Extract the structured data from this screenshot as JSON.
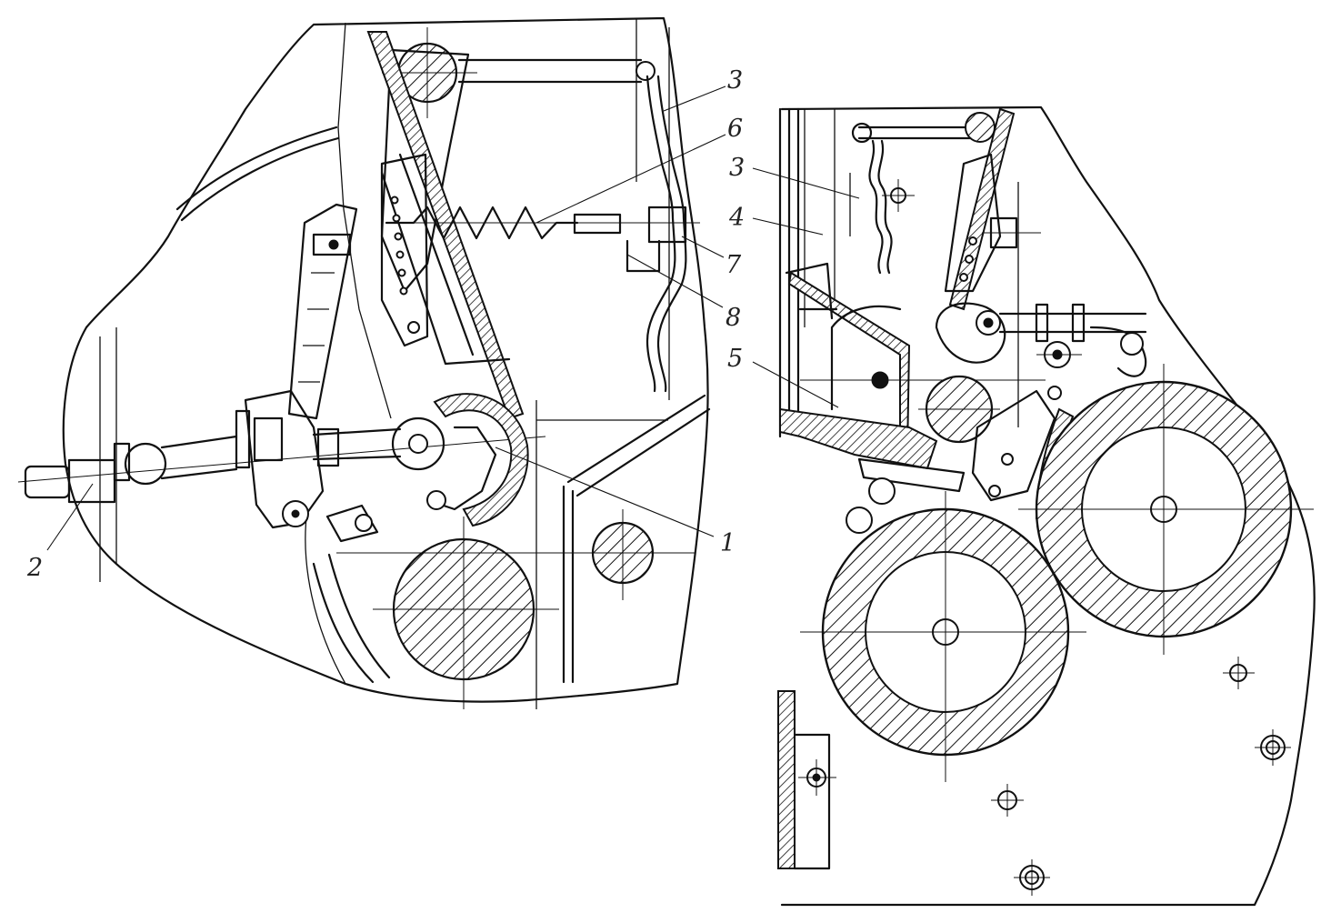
{
  "callouts": {
    "c1": "1",
    "c2": "2",
    "c3_top": "3",
    "c3_right": "3",
    "c4": "4",
    "c5": "5",
    "c6": "6",
    "c7": "7",
    "c8": "8"
  }
}
